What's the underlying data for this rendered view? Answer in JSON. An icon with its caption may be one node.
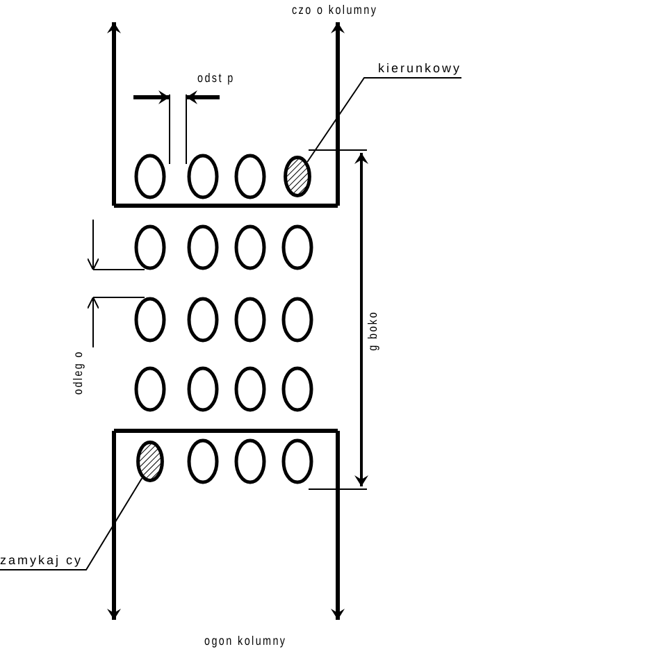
{
  "diagram": {
    "nodes": [
      {
        "text": [
          "kierunkowy"
        ]
      },
      {
        "text": [],
        "shape": "circle"
      },
      {
        "text": [
          "zamykaj cy"
        ]
      },
      {
        "text": [],
        "shape": "circle"
      }
    ],
    "edges": [
      {
        "from": 0,
        "to": 1,
        "arrow": "none"
      },
      {
        "from": 2,
        "to": 3,
        "arrow": "none"
      }
    ],
    "labels": [
      "czo o kolumny",
      "odst p",
      "odleg o",
      "g boko",
      "ogon kolumny"
    ]
  }
}
